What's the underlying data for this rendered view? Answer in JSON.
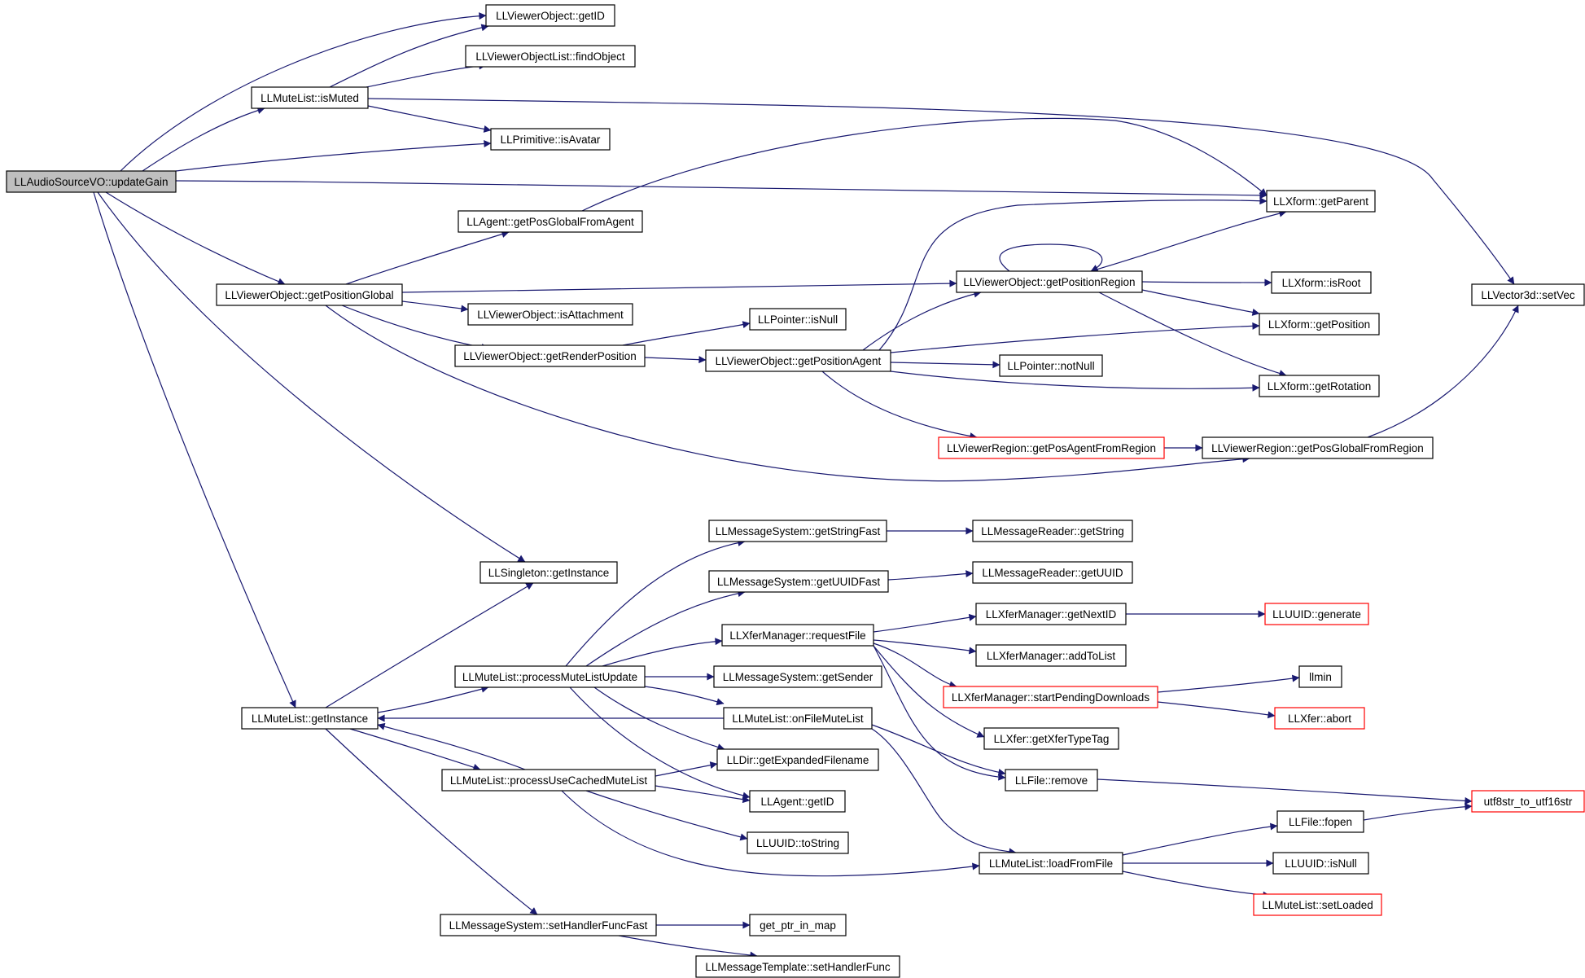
{
  "diagram": {
    "type": "call-graph",
    "colors": {
      "edge": "#191970",
      "node_border": "#000000",
      "node_border_truncated": "#ff0000",
      "root_fill": "#bfbfbf",
      "node_fill": "#ffffff"
    },
    "nodes": [
      {
        "id": "root",
        "label": "LLAudioSourceVO::updateGain",
        "style": "root"
      },
      {
        "id": "vo_getID",
        "label": "LLViewerObject::getID",
        "style": "normal"
      },
      {
        "id": "vol_findObject",
        "label": "LLViewerObjectList::findObject",
        "style": "normal"
      },
      {
        "id": "ml_isMuted",
        "label": "LLMuteList::isMuted",
        "style": "normal"
      },
      {
        "id": "prim_isAvatar",
        "label": "LLPrimitive::isAvatar",
        "style": "normal"
      },
      {
        "id": "agent_getPosGlobalFromAgent",
        "label": "LLAgent::getPosGlobalFromAgent",
        "style": "normal"
      },
      {
        "id": "xf_getParent",
        "label": "LLXform::getParent",
        "style": "normal"
      },
      {
        "id": "vo_getPositionGlobal",
        "label": "LLViewerObject::getPositionGlobal",
        "style": "normal"
      },
      {
        "id": "vo_getPositionRegion",
        "label": "LLViewerObject::getPositionRegion",
        "style": "normal"
      },
      {
        "id": "xf_isRoot",
        "label": "LLXform::isRoot",
        "style": "normal"
      },
      {
        "id": "v3d_setVec",
        "label": "LLVector3d::setVec",
        "style": "normal"
      },
      {
        "id": "vo_isAttachment",
        "label": "LLViewerObject::isAttachment",
        "style": "normal"
      },
      {
        "id": "ptr_isNull",
        "label": "LLPointer::isNull",
        "style": "normal"
      },
      {
        "id": "xf_getPosition",
        "label": "LLXform::getPosition",
        "style": "normal"
      },
      {
        "id": "vo_getRenderPosition",
        "label": "LLViewerObject::getRenderPosition",
        "style": "normal"
      },
      {
        "id": "vo_getPositionAgent",
        "label": "LLViewerObject::getPositionAgent",
        "style": "normal"
      },
      {
        "id": "ptr_notNull",
        "label": "LLPointer::notNull",
        "style": "normal"
      },
      {
        "id": "xf_getRotation",
        "label": "LLXform::getRotation",
        "style": "normal"
      },
      {
        "id": "vr_getPosAgentFromRegion",
        "label": "LLViewerRegion::getPosAgentFromRegion",
        "style": "truncated"
      },
      {
        "id": "vr_getPosGlobalFromRegion",
        "label": "LLViewerRegion::getPosGlobalFromRegion",
        "style": "normal"
      },
      {
        "id": "ms_getStringFast",
        "label": "LLMessageSystem::getStringFast",
        "style": "normal"
      },
      {
        "id": "mr_getString",
        "label": "LLMessageReader::getString",
        "style": "normal"
      },
      {
        "id": "singleton_getInstance",
        "label": "LLSingleton::getInstance",
        "style": "normal"
      },
      {
        "id": "ms_getUUIDFast",
        "label": "LLMessageSystem::getUUIDFast",
        "style": "normal"
      },
      {
        "id": "mr_getUUID",
        "label": "LLMessageReader::getUUID",
        "style": "normal"
      },
      {
        "id": "xm_getNextID",
        "label": "LLXferManager::getNextID",
        "style": "normal"
      },
      {
        "id": "uuid_generate",
        "label": "LLUUID::generate",
        "style": "truncated"
      },
      {
        "id": "xm_requestFile",
        "label": "LLXferManager::requestFile",
        "style": "normal"
      },
      {
        "id": "xm_addToList",
        "label": "LLXferManager::addToList",
        "style": "normal"
      },
      {
        "id": "ml_processMuteListUpdate",
        "label": "LLMuteList::processMuteListUpdate",
        "style": "normal"
      },
      {
        "id": "ms_getSender",
        "label": "LLMessageSystem::getSender",
        "style": "normal"
      },
      {
        "id": "llmin",
        "label": "llmin",
        "style": "normal"
      },
      {
        "id": "xm_startPendingDownloads",
        "label": "LLXferManager::startPendingDownloads",
        "style": "truncated"
      },
      {
        "id": "ml_getInstance",
        "label": "LLMuteList::getInstance",
        "style": "normal"
      },
      {
        "id": "ml_onFileMuteList",
        "label": "LLMuteList::onFileMuteList",
        "style": "normal"
      },
      {
        "id": "xfer_abort",
        "label": "LLXfer::abort",
        "style": "truncated"
      },
      {
        "id": "xfer_getXferTypeTag",
        "label": "LLXfer::getXferTypeTag",
        "style": "normal"
      },
      {
        "id": "dir_getExpandedFilename",
        "label": "LLDir::getExpandedFilename",
        "style": "normal"
      },
      {
        "id": "ml_processUseCachedMuteList",
        "label": "LLMuteList::processUseCachedMuteList",
        "style": "normal"
      },
      {
        "id": "file_remove",
        "label": "LLFile::remove",
        "style": "normal"
      },
      {
        "id": "agent_getID",
        "label": "LLAgent::getID",
        "style": "normal"
      },
      {
        "id": "utf8str_to_utf16str",
        "label": "utf8str_to_utf16str",
        "style": "truncated"
      },
      {
        "id": "file_fopen",
        "label": "LLFile::fopen",
        "style": "normal"
      },
      {
        "id": "uuid_toString",
        "label": "LLUUID::toString",
        "style": "normal"
      },
      {
        "id": "ml_loadFromFile",
        "label": "LLMuteList::loadFromFile",
        "style": "normal"
      },
      {
        "id": "uuid_isNull",
        "label": "LLUUID::isNull",
        "style": "normal"
      },
      {
        "id": "ml_setLoaded",
        "label": "LLMuteList::setLoaded",
        "style": "truncated"
      },
      {
        "id": "ms_setHandlerFuncFast",
        "label": "LLMessageSystem::setHandlerFuncFast",
        "style": "normal"
      },
      {
        "id": "get_ptr_in_map",
        "label": "get_ptr_in_map",
        "style": "normal"
      },
      {
        "id": "mt_setHandlerFunc",
        "label": "LLMessageTemplate::setHandlerFunc",
        "style": "normal"
      }
    ],
    "edges": [
      {
        "from": "root",
        "to": "vo_getID"
      },
      {
        "from": "root",
        "to": "ml_isMuted"
      },
      {
        "from": "root",
        "to": "prim_isAvatar"
      },
      {
        "from": "root",
        "to": "xf_getParent"
      },
      {
        "from": "root",
        "to": "vo_getPositionGlobal"
      },
      {
        "from": "root",
        "to": "singleton_getInstance"
      },
      {
        "from": "root",
        "to": "ml_getInstance"
      },
      {
        "from": "ml_isMuted",
        "to": "vo_getID"
      },
      {
        "from": "ml_isMuted",
        "to": "vol_findObject"
      },
      {
        "from": "ml_isMuted",
        "to": "prim_isAvatar"
      },
      {
        "from": "ml_isMuted",
        "to": "v3d_setVec"
      },
      {
        "from": "agent_getPosGlobalFromAgent",
        "to": "xf_getParent"
      },
      {
        "from": "vo_getPositionGlobal",
        "to": "agent_getPosGlobalFromAgent"
      },
      {
        "from": "vo_getPositionGlobal",
        "to": "vo_getPositionRegion"
      },
      {
        "from": "vo_getPositionGlobal",
        "to": "vo_isAttachment"
      },
      {
        "from": "vo_getPositionGlobal",
        "to": "vo_getRenderPosition"
      },
      {
        "from": "vo_getPositionGlobal",
        "to": "vr_getPosGlobalFromRegion"
      },
      {
        "from": "vo_getPositionRegion",
        "to": "vo_getPositionRegion"
      },
      {
        "from": "vo_getPositionRegion",
        "to": "xf_getParent"
      },
      {
        "from": "vo_getPositionRegion",
        "to": "xf_isRoot"
      },
      {
        "from": "vo_getPositionRegion",
        "to": "xf_getPosition"
      },
      {
        "from": "vo_getPositionRegion",
        "to": "xf_getRotation"
      },
      {
        "from": "vo_getRenderPosition",
        "to": "ptr_isNull"
      },
      {
        "from": "vo_getRenderPosition",
        "to": "vo_getPositionAgent"
      },
      {
        "from": "vo_getPositionAgent",
        "to": "vo_getPositionRegion"
      },
      {
        "from": "vo_getPositionAgent",
        "to": "xf_getParent"
      },
      {
        "from": "vo_getPositionAgent",
        "to": "xf_getPosition"
      },
      {
        "from": "vo_getPositionAgent",
        "to": "ptr_notNull"
      },
      {
        "from": "vo_getPositionAgent",
        "to": "xf_getRotation"
      },
      {
        "from": "vo_getPositionAgent",
        "to": "vr_getPosAgentFromRegion"
      },
      {
        "from": "vr_getPosAgentFromRegion",
        "to": "vr_getPosGlobalFromRegion"
      },
      {
        "from": "vr_getPosGlobalFromRegion",
        "to": "v3d_setVec"
      },
      {
        "from": "ms_getStringFast",
        "to": "mr_getString"
      },
      {
        "from": "ms_getUUIDFast",
        "to": "mr_getUUID"
      },
      {
        "from": "xm_getNextID",
        "to": "uuid_generate"
      },
      {
        "from": "xm_requestFile",
        "to": "xm_getNextID"
      },
      {
        "from": "xm_requestFile",
        "to": "xm_addToList"
      },
      {
        "from": "xm_requestFile",
        "to": "xm_startPendingDownloads"
      },
      {
        "from": "xm_requestFile",
        "to": "xfer_getXferTypeTag"
      },
      {
        "from": "xm_requestFile",
        "to": "file_remove"
      },
      {
        "from": "ml_processMuteListUpdate",
        "to": "ms_getStringFast"
      },
      {
        "from": "ml_processMuteListUpdate",
        "to": "ms_getUUIDFast"
      },
      {
        "from": "ml_processMuteListUpdate",
        "to": "xm_requestFile"
      },
      {
        "from": "ml_processMuteListUpdate",
        "to": "ms_getSender"
      },
      {
        "from": "ml_processMuteListUpdate",
        "to": "ml_onFileMuteList"
      },
      {
        "from": "ml_processMuteListUpdate",
        "to": "dir_getExpandedFilename"
      },
      {
        "from": "ml_processMuteListUpdate",
        "to": "agent_getID"
      },
      {
        "from": "xm_startPendingDownloads",
        "to": "llmin"
      },
      {
        "from": "xm_startPendingDownloads",
        "to": "xfer_abort"
      },
      {
        "from": "ml_getInstance",
        "to": "singleton_getInstance"
      },
      {
        "from": "ml_getInstance",
        "to": "ml_processMuteListUpdate"
      },
      {
        "from": "ml_getInstance",
        "to": "ml_processUseCachedMuteList"
      },
      {
        "from": "ml_getInstance",
        "to": "ms_setHandlerFuncFast"
      },
      {
        "from": "ml_onFileMuteList",
        "to": "ml_getInstance"
      },
      {
        "from": "ml_onFileMuteList",
        "to": "file_remove"
      },
      {
        "from": "ml_onFileMuteList",
        "to": "ml_loadFromFile"
      },
      {
        "from": "ml_processUseCachedMuteList",
        "to": "ml_getInstance"
      },
      {
        "from": "ml_processUseCachedMuteList",
        "to": "dir_getExpandedFilename"
      },
      {
        "from": "ml_processUseCachedMuteList",
        "to": "agent_getID"
      },
      {
        "from": "ml_processUseCachedMuteList",
        "to": "uuid_toString"
      },
      {
        "from": "ml_processUseCachedMuteList",
        "to": "ml_loadFromFile"
      },
      {
        "from": "file_remove",
        "to": "utf8str_to_utf16str"
      },
      {
        "from": "file_fopen",
        "to": "utf8str_to_utf16str"
      },
      {
        "from": "ml_loadFromFile",
        "to": "file_fopen"
      },
      {
        "from": "ml_loadFromFile",
        "to": "uuid_isNull"
      },
      {
        "from": "ml_loadFromFile",
        "to": "ml_setLoaded"
      },
      {
        "from": "ms_setHandlerFuncFast",
        "to": "get_ptr_in_map"
      },
      {
        "from": "ms_setHandlerFuncFast",
        "to": "mt_setHandlerFunc"
      }
    ]
  }
}
